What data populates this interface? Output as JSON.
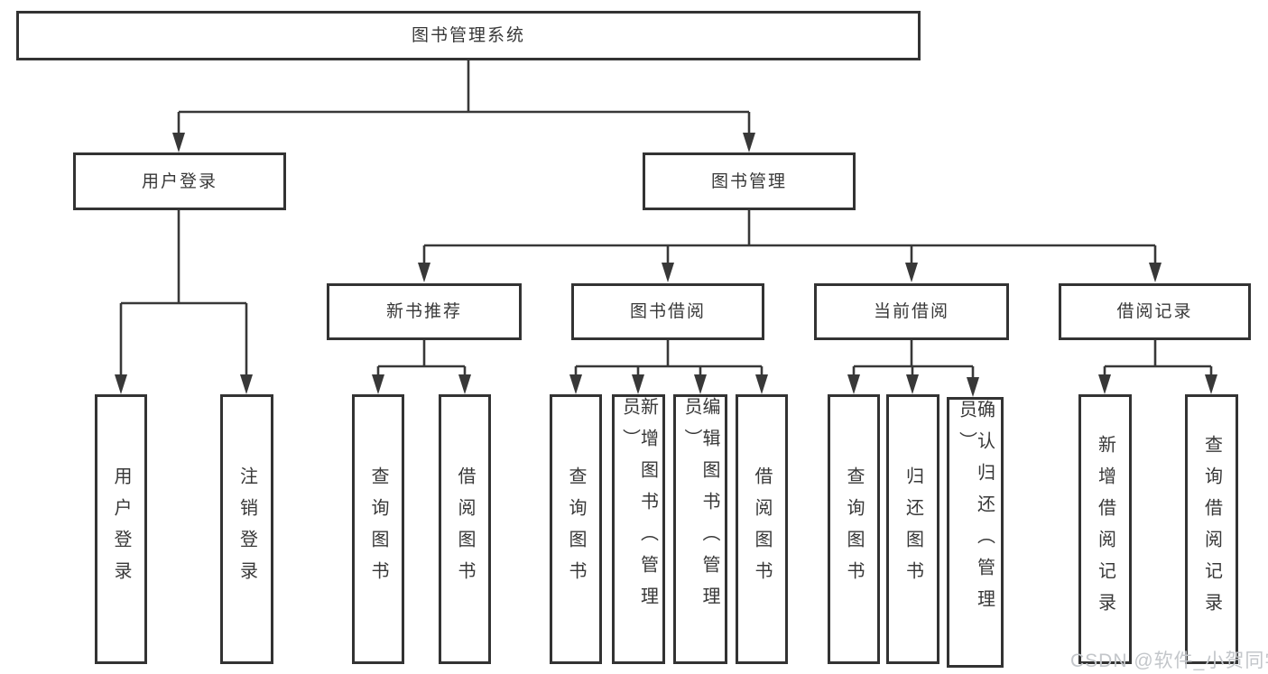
{
  "tree": {
    "label": "图书管理系统",
    "children": [
      {
        "label": "用户登录",
        "children": [
          {
            "label": "用户登录"
          },
          {
            "label": "注销登录"
          }
        ]
      },
      {
        "label": "图书管理",
        "children": [
          {
            "label": "新书推荐",
            "children": [
              {
                "label": "查询图书"
              },
              {
                "label": "借阅图书"
              }
            ]
          },
          {
            "label": "图书借阅",
            "children": [
              {
                "label": "查询图书"
              },
              {
                "label": "新增图书（管理员）"
              },
              {
                "label": "编辑图书（管理员）"
              },
              {
                "label": "借阅图书"
              }
            ]
          },
          {
            "label": "当前借阅",
            "children": [
              {
                "label": "查询图书"
              },
              {
                "label": "归还图书"
              },
              {
                "label": "确认归还（管理员）"
              }
            ]
          },
          {
            "label": "借阅记录",
            "children": [
              {
                "label": "新增借阅记录"
              },
              {
                "label": "查询借阅记录"
              }
            ]
          }
        ]
      }
    ]
  },
  "watermark": {
    "text": "CSDN @软件_小贺同学"
  },
  "colors": {
    "line": "#383838",
    "border": "#333333",
    "text": "#383838",
    "background": "#ffffff",
    "watermark": "#c3c6ca"
  }
}
